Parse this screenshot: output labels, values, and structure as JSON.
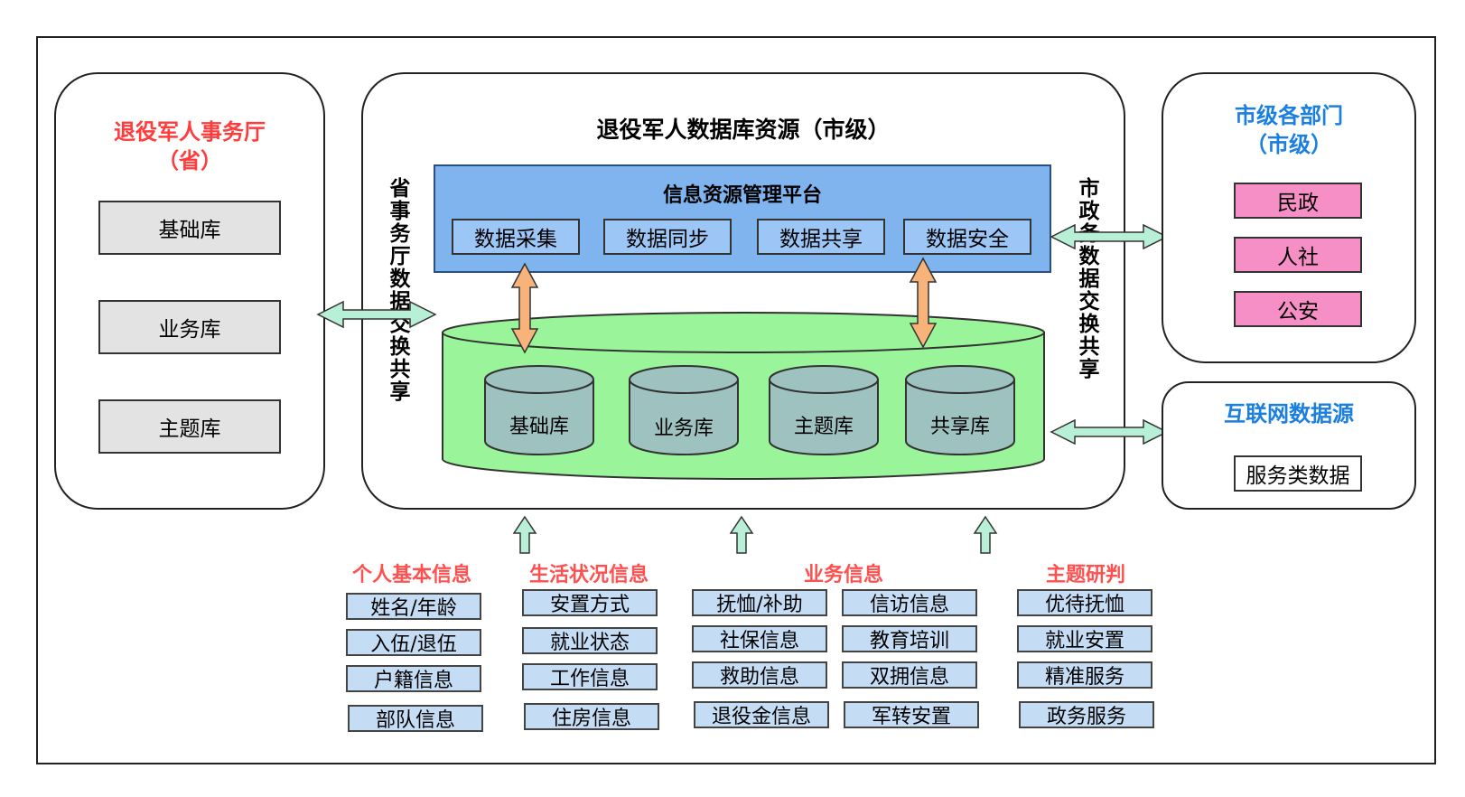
{
  "main_title": "退役军人数据库资源（市级）",
  "left_panel": {
    "title_line1": "退役军人事务厅",
    "title_line2": "（省）",
    "boxes": [
      "基础库",
      "业务库",
      "主题库"
    ]
  },
  "left_exchange_label": "省事务厅数据交换共享",
  "right_exchange_label": "市政务数据交换共享",
  "platform": {
    "title": "信息资源管理平台",
    "functions": [
      "数据采集",
      "数据同步",
      "数据共享",
      "数据安全"
    ]
  },
  "databases": [
    "基础库",
    "业务库",
    "主题库",
    "共享库"
  ],
  "city_depts": {
    "title_line1": "市级各部门",
    "title_line2": "（市级）",
    "items": [
      "民政",
      "人社",
      "公安"
    ]
  },
  "internet": {
    "title": "互联网数据源",
    "item": "服务类数据"
  },
  "categories": {
    "personal": {
      "title": "个人基本信息",
      "items": [
        "姓名/年龄",
        "入伍/退伍",
        "户籍信息",
        "部队信息"
      ]
    },
    "living": {
      "title": "生活状况信息",
      "items": [
        "安置方式",
        "就业状态",
        "工作信息",
        "住房信息"
      ]
    },
    "business": {
      "title": "业务信息",
      "col1": [
        "抚恤/补助",
        "社保信息",
        "救助信息",
        "退役金信息"
      ],
      "col2": [
        "信访信息",
        "教育培训",
        "双拥信息",
        "军转安置"
      ]
    },
    "theme": {
      "title": "主题研判",
      "items": [
        "优待抚恤",
        "就业安置",
        "精准服务",
        "政务服务"
      ]
    }
  },
  "colors": {
    "red_title": "#ff3b3b",
    "blue_title": "#1a7fe0",
    "platform_fill": "#7fb4ee",
    "cylinder_fill": "#9af59a",
    "db_fill": "#9ec2bf",
    "pink": "#f68fc6",
    "arrow_green": "#b7f0d6",
    "arrow_orange": "#f7b37a",
    "item_fill": "#c5dcf5"
  }
}
